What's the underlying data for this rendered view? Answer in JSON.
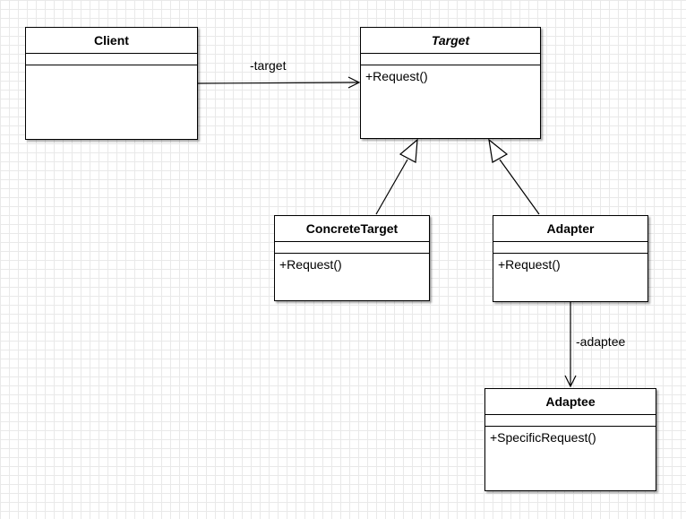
{
  "diagram": {
    "classes": {
      "client": {
        "name": "Client",
        "operations": []
      },
      "target": {
        "name": "Target",
        "abstract": true,
        "operations": [
          "+Request()"
        ]
      },
      "concrete_target": {
        "name": "ConcreteTarget",
        "operations": [
          "+Request()"
        ]
      },
      "adapter": {
        "name": "Adapter",
        "operations": [
          "+Request()"
        ]
      },
      "adaptee": {
        "name": "Adaptee",
        "operations": [
          "+SpecificRequest()"
        ]
      }
    },
    "relations": {
      "client_target": {
        "type": "association",
        "label": "-target"
      },
      "concrete_target_target": {
        "type": "generalization"
      },
      "adapter_target": {
        "type": "generalization"
      },
      "adapter_adaptee": {
        "type": "association",
        "label": "-adaptee"
      }
    }
  }
}
